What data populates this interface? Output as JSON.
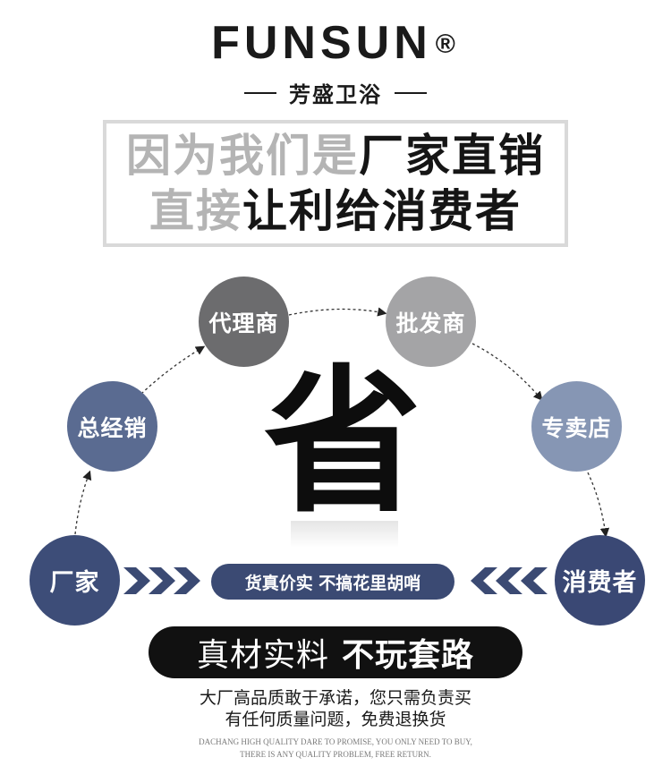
{
  "brand": {
    "name": "FUNSUN",
    "registered": "®",
    "subtitle": "芳盛卫浴"
  },
  "slogan": {
    "line1_gray": "因为我们是",
    "line1_dark": "厂家直销",
    "line2_gray": "直接",
    "line2_dark": "让利给消费者"
  },
  "flow": {
    "factory": "厂家",
    "general_distributor": "总经销",
    "agent": "代理商",
    "wholesaler": "批发商",
    "store": "专卖店",
    "consumer": "消费者"
  },
  "big_char": "省",
  "middle_banner": "货真价实 不搞花里胡哨",
  "banner": {
    "light": "真材实料",
    "bold": "不玩套路"
  },
  "promise": {
    "line1": "大厂高品质敢于承诺，您只需负责买",
    "line2": "有任何质量问题，免费退换货"
  },
  "english": {
    "line1": "DACHANG HIGH QUALITY DARE TO PROMISE, YOU ONLY NEED TO BUY,",
    "line2": "THERE IS ANY QUALITY PROBLEM, FREE RETURN."
  },
  "colors": {
    "navy": "#3b4a73",
    "slate": "#5a6b91",
    "steel": "#8696b4",
    "dark_gray": "#6c6c6e",
    "light_gray": "#a4a4a6"
  }
}
